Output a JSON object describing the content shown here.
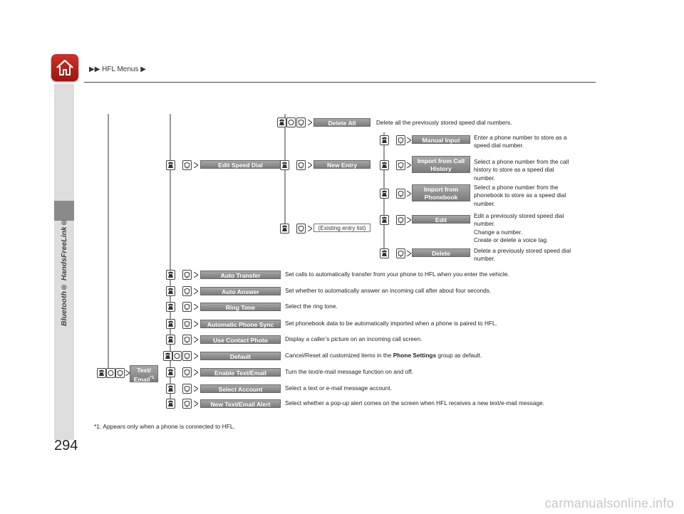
{
  "header": {
    "breadcrumb_prefix": "▶▶",
    "breadcrumb_title": "HFL Menus",
    "breadcrumb_suffix": "▶"
  },
  "sidebar": {
    "title": "Bluetooth® HandsFreeLink®"
  },
  "page_number": "294",
  "root": {
    "label_line1": "Text/",
    "label_line2": "Email",
    "label_note": "*1"
  },
  "menus": {
    "edit_speed_dial": "Edit Speed Dial",
    "delete_all": "Delete All",
    "delete_all_desc": "Delete all the previously stored speed dial numbers.",
    "new_entry": "New Entry",
    "existing_entry": "(Existing entry list)",
    "manual_input": "Manual Input",
    "manual_input_desc": [
      "Enter a phone number to store as a",
      "speed dial number."
    ],
    "import_call_history_line1": "Import from Call",
    "import_call_history_line2": "History",
    "import_call_history_desc": [
      "Select a phone number from the call",
      "history to store as a speed dial",
      "number."
    ],
    "import_phonebook_line1": "Import from",
    "import_phonebook_line2": "Phonebook",
    "import_phonebook_desc": [
      "Select a phone number from the",
      "phonebook to store as a speed dial",
      "number."
    ],
    "edit": "Edit",
    "edit_desc": [
      "Edit a previously stored speed dial",
      "number.",
      "Change a number.",
      "Create or delete a voice tag."
    ],
    "delete": "Delete",
    "delete_desc": [
      "Delete a previously stored speed dial",
      "number."
    ],
    "auto_transfer": "Auto Transfer",
    "auto_transfer_desc": "Set calls to automatically transfer from your phone to HFL when you enter the vehicle.",
    "auto_answer": "Auto Answer",
    "auto_answer_desc": "Set whether to automatically answer an incoming call after about four seconds.",
    "ring_tone": "Ring Tone",
    "ring_tone_desc": "Select the ring tone.",
    "auto_phone_sync": "Automatic Phone Sync",
    "auto_phone_sync_desc": "Set phonebook data to be automatically imported when a phone is paired to HFL.",
    "use_contact_photo": "Use Contact Photo",
    "use_contact_photo_desc": "Display a caller’s picture on an incoming call screen.",
    "default": "Default",
    "default_desc_pre": "Cancel/Reset all customized items in the ",
    "default_desc_bold": "Phone Settings",
    "default_desc_post": " group as default.",
    "enable_text_email": "Enable Text/Email",
    "enable_text_email_desc": "Turn the text/e-mail message function on and off.",
    "select_account": "Select Account",
    "select_account_desc": "Select a text or e-mail message account.",
    "new_text_email_alert": "New Text/Email Alert",
    "new_text_email_alert_desc": "Select whether a pop-up alert comes on the screen when HFL receives a new text/e-mail message."
  },
  "footnote": "*1: Appears only when a phone is connected to HFL.",
  "watermark": "carmanualsonline.info",
  "colors": {
    "home_button": "#c0221c",
    "menu_box": "#8f8f8f",
    "sidebar": "#dddddd"
  },
  "icons": [
    "home-icon",
    "phone-icon",
    "talk-icon",
    "scroll-icon"
  ]
}
